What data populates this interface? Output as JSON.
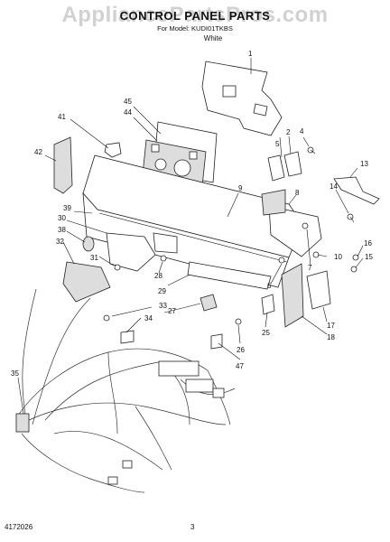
{
  "watermark": "AppliancePartsPros.com",
  "header": {
    "title": "CONTROL PANEL PARTS",
    "model_line": "For Model: KUDI01TKBS",
    "color_line": "White"
  },
  "footer": {
    "doc_number": "4172026",
    "page_number": "3"
  },
  "callouts": [
    "1",
    "2",
    "4",
    "5",
    "6",
    "7",
    "8",
    "9",
    "10",
    "13",
    "14",
    "16",
    "15",
    "17",
    "18",
    "25",
    "26",
    "27",
    "28",
    "29",
    "30",
    "31",
    "32",
    "33",
    "34",
    "35",
    "38",
    "39",
    "41",
    "42",
    "44",
    "45",
    "47"
  ]
}
